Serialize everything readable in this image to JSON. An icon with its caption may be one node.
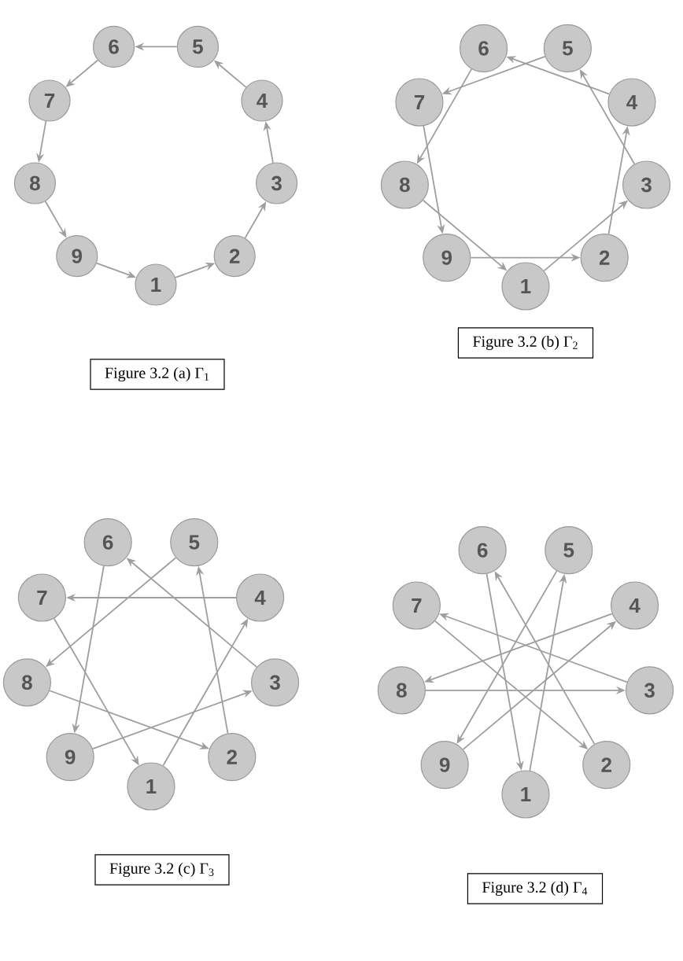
{
  "diagram": {
    "nodes": [
      {
        "text": [
          "1"
        ]
      },
      {
        "text": [
          "2"
        ]
      },
      {
        "text": [
          "3"
        ]
      },
      {
        "text": [
          "4"
        ]
      },
      {
        "text": [
          "5"
        ]
      },
      {
        "text": [
          "6"
        ]
      },
      {
        "text": [
          "7"
        ]
      },
      {
        "text": [
          "8"
        ]
      },
      {
        "text": [
          "9"
        ]
      },
      {
        "text": [
          "Figure 3.2 (a) Γ$_{1}$"
        ]
      },
      {
        "text": [
          "1"
        ]
      },
      {
        "text": [
          "2"
        ]
      },
      {
        "text": [
          "3"
        ]
      },
      {
        "text": [
          "4"
        ]
      },
      {
        "text": [
          "5"
        ]
      },
      {
        "text": [
          "6"
        ]
      },
      {
        "text": [
          "7"
        ]
      },
      {
        "text": [
          "8"
        ]
      },
      {
        "text": [
          "9"
        ]
      },
      {
        "text": [
          "Figure 3.2 (b) Γ$_{2}$"
        ]
      },
      {
        "text": [
          "1"
        ]
      },
      {
        "text": [
          "2"
        ]
      },
      {
        "text": [
          "3"
        ]
      },
      {
        "text": [
          "4"
        ]
      },
      {
        "text": [
          "5"
        ]
      },
      {
        "text": [
          "6"
        ]
      },
      {
        "text": [
          "7"
        ]
      },
      {
        "text": [
          "8"
        ]
      },
      {
        "text": [
          "9"
        ]
      },
      {
        "text": [
          "Figure 3.2 (c) Γ$_{3}$"
        ]
      },
      {
        "text": [
          "1"
        ]
      },
      {
        "text": [
          "2"
        ]
      },
      {
        "text": [
          "3"
        ]
      },
      {
        "text": [
          "4"
        ]
      },
      {
        "text": [
          "5"
        ]
      },
      {
        "text": [
          "6"
        ]
      },
      {
        "text": [
          "7"
        ]
      },
      {
        "text": [
          "8"
        ]
      },
      {
        "text": [
          "9"
        ]
      },
      {
        "text": [
          "Figure 3.2 (d) Γ$_{4}$"
        ]
      }
    ],
    "edges": [
      {
        "from": 0,
        "to": 1,
        "arrow": "to"
      },
      {
        "from": 1,
        "to": 2,
        "arrow": "to"
      },
      {
        "from": 2,
        "to": 3,
        "arrow": "to"
      },
      {
        "from": 3,
        "to": 4,
        "arrow": "to"
      },
      {
        "from": 4,
        "to": 5,
        "arrow": "to"
      },
      {
        "from": 5,
        "to": 6,
        "arrow": "to"
      },
      {
        "from": 6,
        "to": 7,
        "arrow": "to"
      },
      {
        "from": 7,
        "to": 8,
        "arrow": "to"
      },
      {
        "from": 8,
        "to": 0,
        "arrow": "to"
      },
      {
        "from": 10,
        "to": 12,
        "arrow": "to"
      },
      {
        "from": 12,
        "to": 14,
        "arrow": "to"
      },
      {
        "from": 14,
        "to": 16,
        "arrow": "to"
      },
      {
        "from": 16,
        "to": 18,
        "arrow": "to"
      },
      {
        "from": 18,
        "to": 11,
        "arrow": "to"
      },
      {
        "from": 11,
        "to": 13,
        "arrow": "to"
      },
      {
        "from": 13,
        "to": 15,
        "arrow": "to"
      },
      {
        "from": 15,
        "to": 17,
        "arrow": "to"
      },
      {
        "from": 17,
        "to": 10,
        "arrow": "to"
      },
      {
        "from": 20,
        "to": 23,
        "arrow": "to"
      },
      {
        "from": 23,
        "to": 26,
        "arrow": "to"
      },
      {
        "from": 26,
        "to": 20,
        "arrow": "to"
      },
      {
        "from": 21,
        "to": 24,
        "arrow": "to"
      },
      {
        "from": 24,
        "to": 27,
        "arrow": "to"
      },
      {
        "from": 27,
        "to": 21,
        "arrow": "to"
      },
      {
        "from": 22,
        "to": 25,
        "arrow": "to"
      },
      {
        "from": 25,
        "to": 28,
        "arrow": "to"
      },
      {
        "from": 28,
        "to": 22,
        "arrow": "to"
      },
      {
        "from": 30,
        "to": 34,
        "arrow": "to"
      },
      {
        "from": 34,
        "to": 38,
        "arrow": "to"
      },
      {
        "from": 38,
        "to": 33,
        "arrow": "to"
      },
      {
        "from": 33,
        "to": 37,
        "arrow": "to"
      },
      {
        "from": 37,
        "to": 32,
        "arrow": "to"
      },
      {
        "from": 32,
        "to": 36,
        "arrow": "to"
      },
      {
        "from": 36,
        "to": 31,
        "arrow": "to"
      },
      {
        "from": 31,
        "to": 35,
        "arrow": "to"
      },
      {
        "from": 35,
        "to": 30,
        "arrow": "to"
      }
    ]
  }
}
